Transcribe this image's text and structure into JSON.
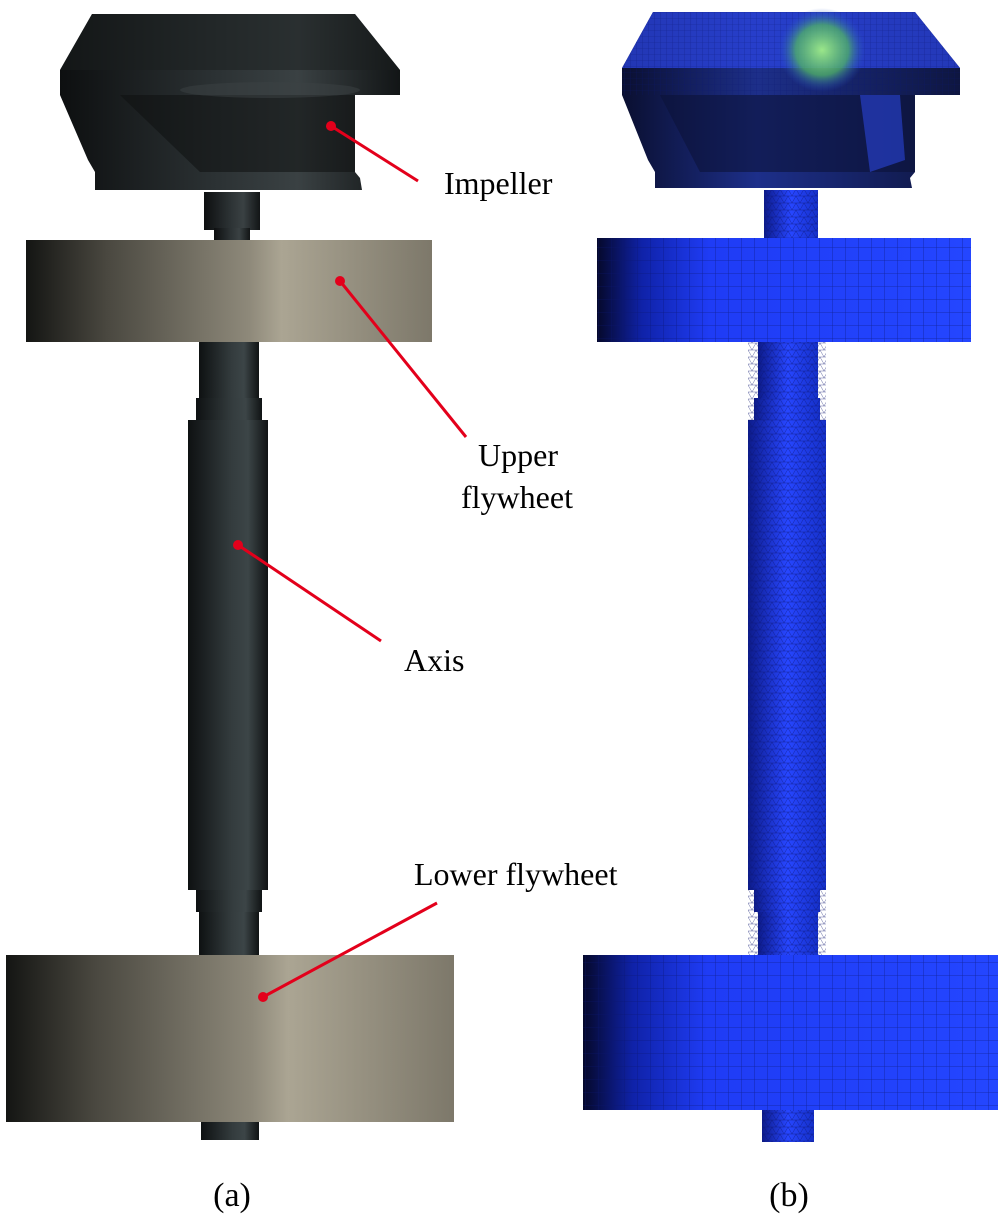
{
  "figure": {
    "panels": [
      {
        "id": "a",
        "caption": "(a)"
      },
      {
        "id": "b",
        "caption": "(b)"
      }
    ],
    "callouts": {
      "impeller": "Impeller",
      "upper_flywheel_line1": "Upper",
      "upper_flywheel_line2": "flywheet",
      "axis": "Axis",
      "lower_flywheel": "Lower flywheet"
    },
    "colors": {
      "callout_line": "#e3001b",
      "dark_metal": "#1e2122",
      "flywheel_metal": "#9c9686",
      "mesh_blue": "#1f3dff",
      "mesh_highlight": "#7fe07a"
    }
  }
}
